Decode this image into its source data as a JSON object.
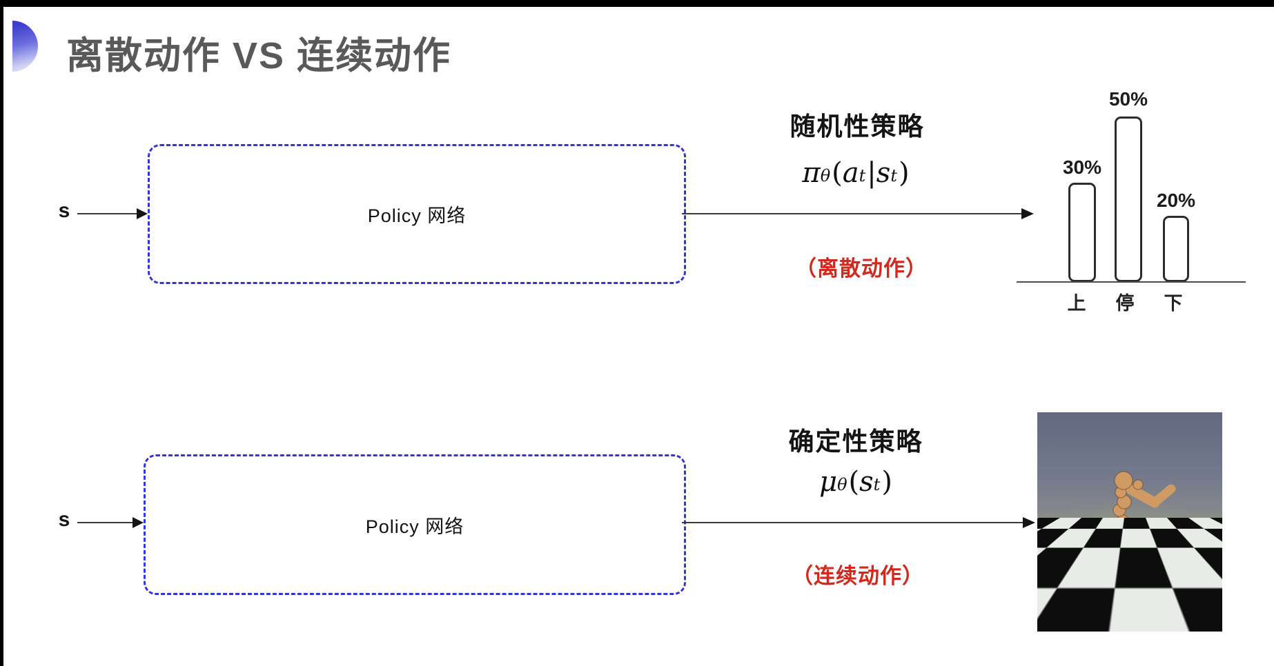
{
  "slide": {
    "title": "离散动作 VS 连续动作"
  },
  "top_flow": {
    "input_label": "s",
    "box_label": "Policy 网络",
    "policy_type": "随机性策略",
    "formula": {
      "lead": "π",
      "lead_sub": "θ",
      "open": "(",
      "arg1": "a",
      "arg1_sub": "t",
      "sep": "|",
      "arg2": "s",
      "arg2_sub": "t",
      "close": ")"
    },
    "action_note": "（离散动作）"
  },
  "bottom_flow": {
    "input_label": "s",
    "box_label": "Policy 网络",
    "policy_type": "确定性策略",
    "formula": {
      "lead": "μ",
      "lead_sub": "θ",
      "open": "(",
      "arg1": "s",
      "arg1_sub": "t",
      "close": ")"
    },
    "action_note": "（连续动作）"
  },
  "chart_data": {
    "type": "bar",
    "categories": [
      "上",
      "停",
      "下"
    ],
    "values": [
      30,
      50,
      20
    ],
    "value_labels": [
      "30%",
      "50%",
      "20%"
    ],
    "title": "",
    "xlabel": "",
    "ylabel": "",
    "ylim": [
      0,
      55
    ],
    "grid": false,
    "legend": false,
    "bar_style": "outlined-rounded-white"
  },
  "colors": {
    "accent_blue": "#3335d6",
    "note_red": "#d2281e",
    "title_gray": "#58595b",
    "ink": "#1c1c1c"
  }
}
